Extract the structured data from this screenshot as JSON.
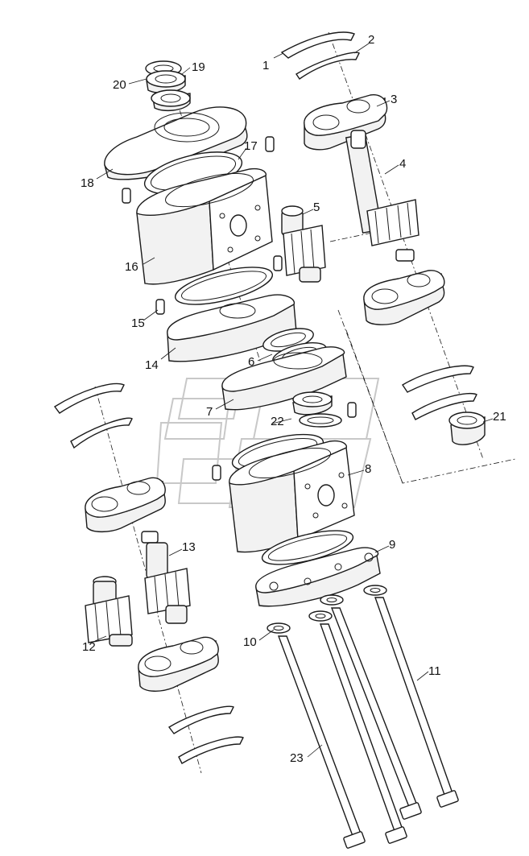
{
  "diagram": {
    "type": "exploded-parts-view",
    "callouts": [
      "1",
      "2",
      "3",
      "4",
      "5",
      "6",
      "7",
      "8",
      "9",
      "10",
      "11",
      "12",
      "13",
      "14",
      "15",
      "16",
      "17",
      "18",
      "19",
      "20",
      "21",
      "22",
      "23"
    ]
  }
}
